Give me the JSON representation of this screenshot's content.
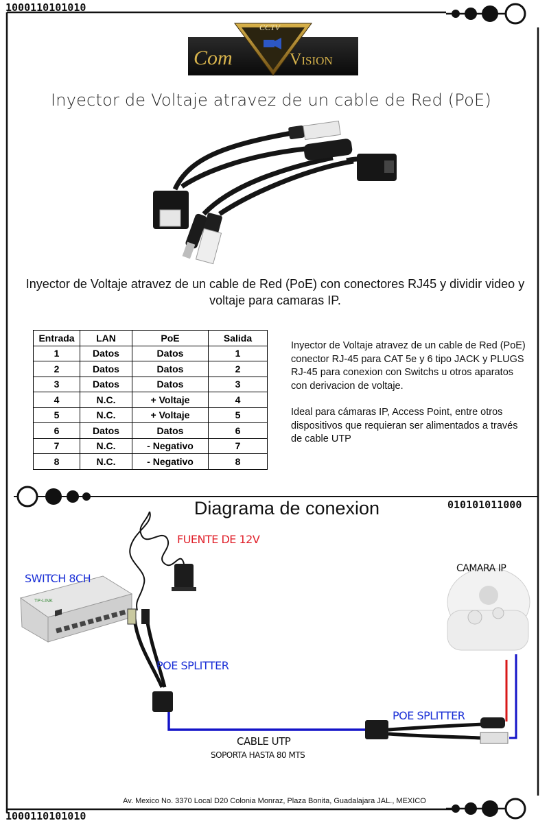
{
  "header": {
    "binary_top": "1000110101010",
    "logo": {
      "cctv": "CCTV",
      "com": "Com",
      "vision": "Vision"
    },
    "title": "Inyector de Voltaje atravez de un cable de Red (PoE)"
  },
  "caption": "Inyector de Voltaje atravez de un cable de Red (PoE) con conectores RJ45 y dividir video y voltaje para camaras IP.",
  "table": {
    "headers": [
      "Entrada",
      "LAN",
      "PoE",
      "Salida"
    ],
    "rows": [
      [
        "1",
        "Datos",
        "Datos",
        "1"
      ],
      [
        "2",
        "Datos",
        "Datos",
        "2"
      ],
      [
        "3",
        "Datos",
        "Datos",
        "3"
      ],
      [
        "4",
        "N.C.",
        "+ Voltaje",
        "4"
      ],
      [
        "5",
        "N.C.",
        "+ Voltaje",
        "5"
      ],
      [
        "6",
        "Datos",
        "Datos",
        "6"
      ],
      [
        "7",
        "N.C.",
        "- Negativo",
        "7"
      ],
      [
        "8",
        "N.C.",
        "- Negativo",
        "8"
      ]
    ]
  },
  "description": {
    "p1": "Inyector de Voltaje atravez de un cable de Red (PoE) conector RJ-45 para CAT 5e y 6 tipo JACK y PLUGS RJ-45 para conexion con Switchs u otros aparatos con derivacion de voltaje.",
    "p2": "Ideal para cámaras IP, Access Point, entre otros dispositivos que requieran ser alimentados a través de cable UTP"
  },
  "diagram": {
    "title": "Diagrama de conexion",
    "binary_mid": "010101011000",
    "fuente": "FUENTE DE 12V",
    "switch": "SWITCH 8CH",
    "camara": "CAMARA IP",
    "splitter_left": "POE SPLITTER",
    "splitter_right": "POE SPLITTER",
    "cable": "CABLE UTP",
    "soporta": "SOPORTA HASTA 80 MTS",
    "switch_brand": "TP-LINK"
  },
  "footer": {
    "address": "Av. Mexico No. 3370 Local D20 Colonia Monraz, Plaza Bonita, Guadalajara JAL., MEXICO",
    "binary_bottom": "1000110101010"
  },
  "colors": {
    "red_label": "#e0202a",
    "blue_label": "#1a2fd6",
    "cable_blue": "#1414c8",
    "cable_red": "#d81818"
  }
}
